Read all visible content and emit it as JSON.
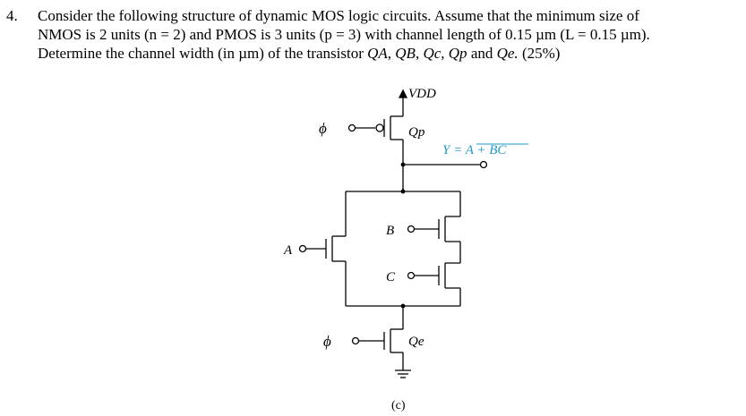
{
  "question": {
    "number": "4.",
    "line1": "Consider the following structure of dynamic MOS logic circuits. Assume that the minimum size of",
    "line2": "NMOS is 2 units (n = 2) and PMOS is 3 units (p = 3) with channel length of 0.15 µm (L = 0.15 µm).",
    "line3_prefix": "Determine the channel width (in µm) of the transistor",
    "qa": "QA",
    "qb": "QB",
    "qc": "Qc",
    "qp": "Qp",
    "and_word": "and",
    "qe": "Qe.",
    "percent": "(25%)"
  },
  "circuit": {
    "vdd_label": "VDD",
    "qp_label": "Qp",
    "qe_label": "Qe",
    "phi_label": "ϕ",
    "a_label": "A",
    "b_label": "B",
    "c_label": "C",
    "output_label": "Y = A + BC",
    "caption": "(c)",
    "output_color": "#1f9ac9"
  }
}
